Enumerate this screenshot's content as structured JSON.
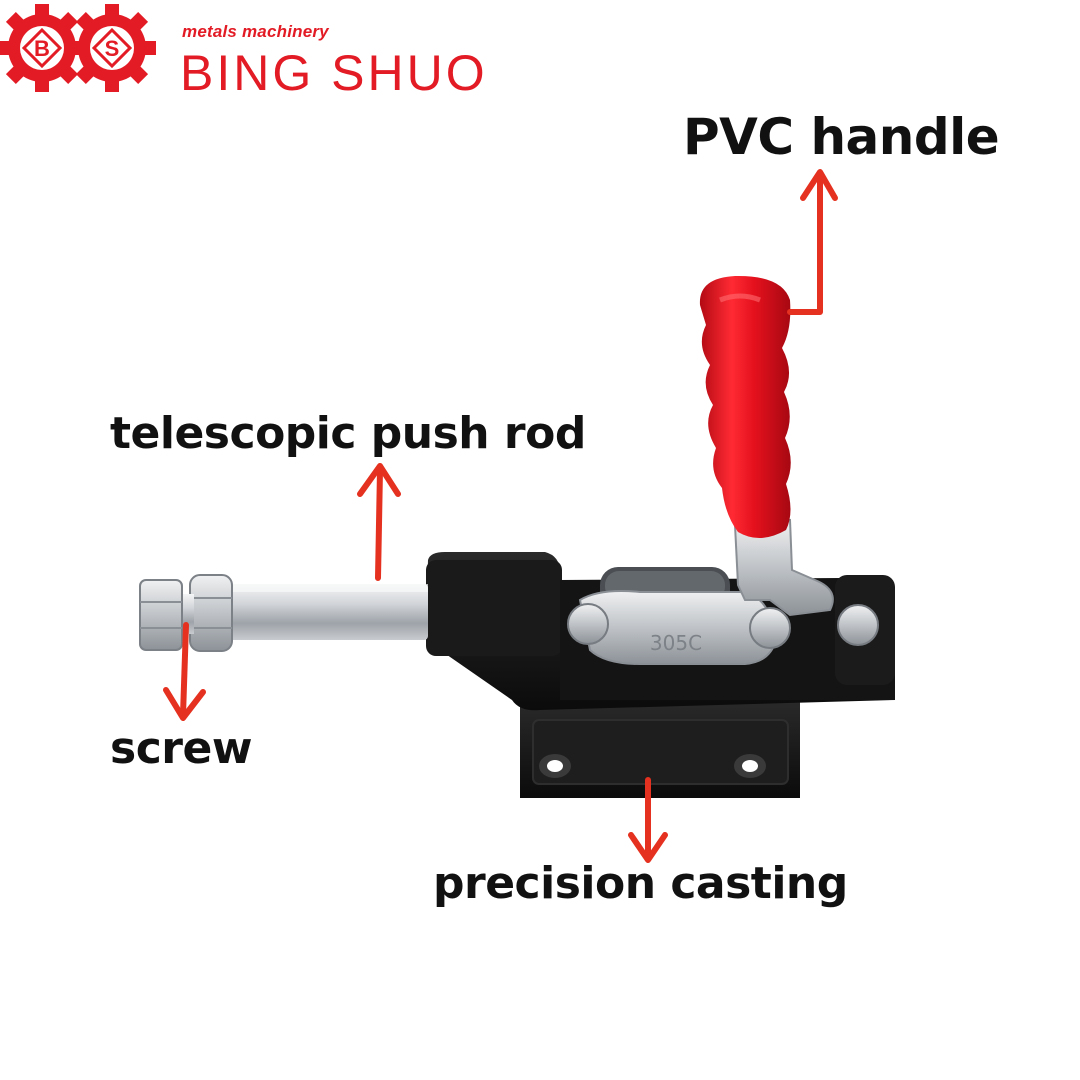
{
  "brand": {
    "tagline": "metals machinery",
    "name": "BING SHUO",
    "gear_letters": [
      "B",
      "S"
    ],
    "color": "#e21b25"
  },
  "product": {
    "model_stamp": "305C",
    "handle_color": "#e4111d",
    "body_color": "#151515",
    "metal_color": "#c9ccd0"
  },
  "callouts": {
    "handle": "PVC handle",
    "push_rod": "telescopic push rod",
    "screw": "screw",
    "casting": "precision casting",
    "arrow_color": "#e5311f",
    "label_color": "#111111"
  }
}
